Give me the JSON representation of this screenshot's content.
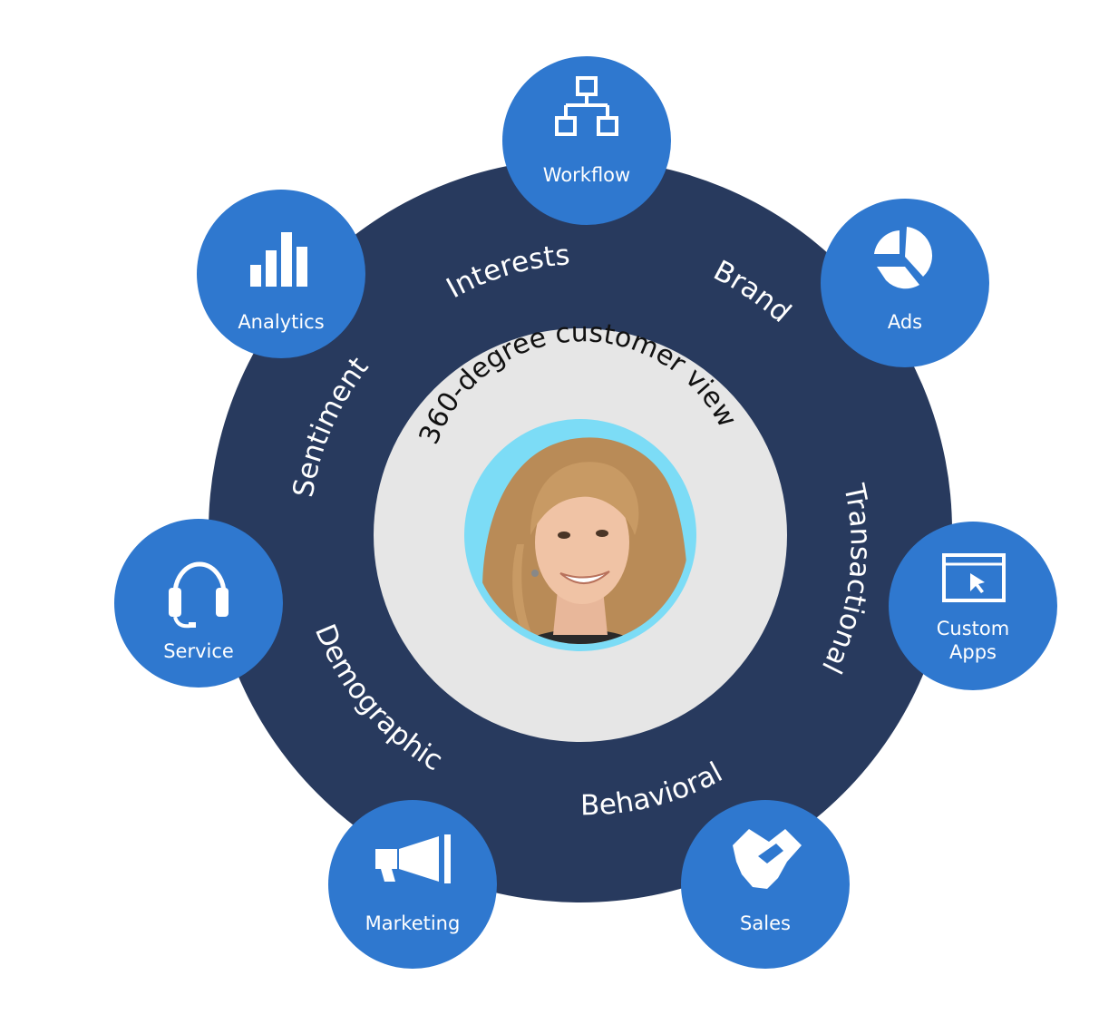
{
  "colors": {
    "ring": "#283a5e",
    "inner_ring": "#e6e6e6",
    "node": "#2f78cf",
    "photo_bg": "#7cdcf6"
  },
  "center": {
    "title": "360-degree customer view",
    "photo": "customer-portrait"
  },
  "ring_labels": {
    "interests": "Interests",
    "brand": "Brand",
    "transactional": "Transactional",
    "behavioral": "Behavioral",
    "demographic": "Demographic",
    "sentiment": "Sentiment"
  },
  "nodes": {
    "workflow": {
      "label": "Workflow",
      "icon": "org-chart-icon"
    },
    "ads": {
      "label": "Ads",
      "icon": "pie-chart-icon"
    },
    "custom_apps": {
      "label_line1": "Custom",
      "label_line2": "Apps",
      "icon": "screen-cursor-icon"
    },
    "sales": {
      "label": "Sales",
      "icon": "handshake-icon"
    },
    "marketing": {
      "label": "Marketing",
      "icon": "megaphone-icon"
    },
    "service": {
      "label": "Service",
      "icon": "headset-icon"
    },
    "analytics": {
      "label": "Analytics",
      "icon": "bar-chart-icon"
    }
  }
}
